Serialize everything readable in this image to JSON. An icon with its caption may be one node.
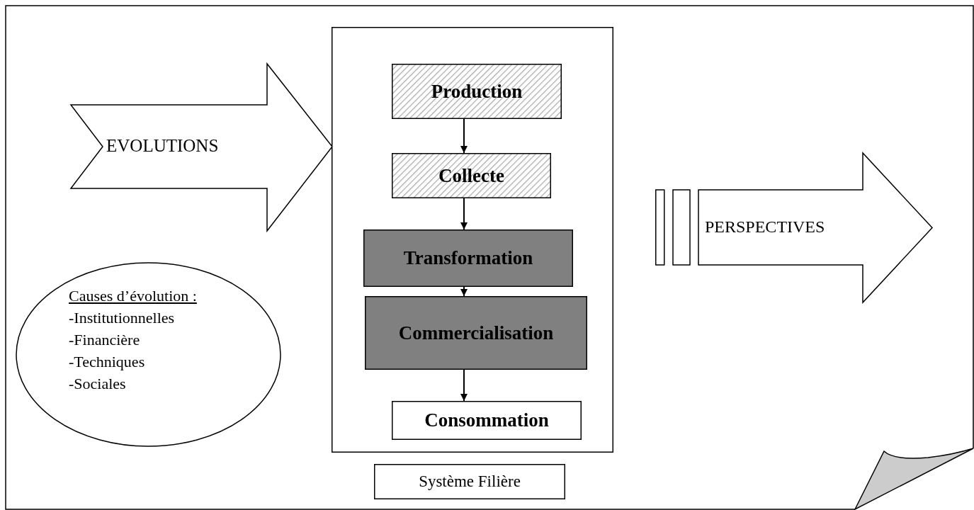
{
  "diagram": {
    "nodes": [
      {
        "text": [
          "EVOLUTIONS"
        ]
      },
      {
        "text": [],
        "shape": "box"
      },
      {
        "text": [
          "Production"
        ],
        "in": 1
      },
      {
        "text": [
          "Collecte"
        ],
        "in": 1
      },
      {
        "text": [
          "Transformation"
        ],
        "in": 1
      },
      {
        "text": [
          "Commercialisation"
        ],
        "in": 1
      },
      {
        "text": [
          "Consommation"
        ],
        "in": 1
      },
      {
        "text": [
          "Causes d’évolution :",
          "-Institutionnelles",
          "-Financière",
          "-Techniques",
          "-Sociales"
        ]
      },
      {
        "text": [
          "Système Filière"
        ]
      },
      {
        "text": [
          "PERSPECTIVES"
        ]
      }
    ],
    "edges": [
      {
        "from": 2,
        "to": 3,
        "arrow": "to"
      },
      {
        "from": 3,
        "to": 4,
        "arrow": "to"
      },
      {
        "from": 4,
        "to": 5,
        "arrow": "to"
      },
      {
        "from": 5,
        "to": 6,
        "arrow": "to"
      }
    ]
  }
}
